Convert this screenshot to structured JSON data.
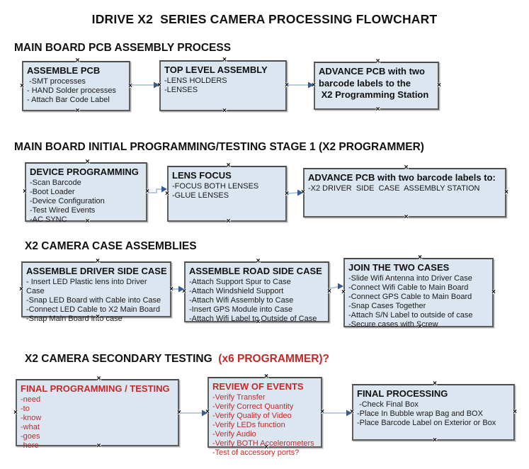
{
  "title": "IDRIVE X2  SERIES CAMERA PROCESSING FLOWCHART",
  "colors": {
    "box_fill": "#dce6f1",
    "box_border": "#5d5d5d",
    "text": "#1a1a1a",
    "red": "#c22a2a",
    "arrow_line": "#a3b8d8",
    "arrow_head": "#3b5b8e"
  },
  "icons": {
    "connection_handle": "×"
  },
  "sections": [
    {
      "heading": "MAIN BOARD PCB ASSEMBLY PROCESS",
      "heading_red": "",
      "boxes": [
        {
          "title": "ASSEMBLE PCB",
          "accent": "",
          "items": [
            " -SMT processes",
            "- HAND Solder processes",
            "- Attach Bar Code Label"
          ]
        },
        {
          "title": "TOP LEVEL ASSEMBLY",
          "accent": "",
          "items": [
            "-LENS HOLDERS",
            "-LENSES"
          ]
        },
        {
          "title": "ADVANCE PCB with two\nbarcode labels to the\n X2 Programming Station",
          "accent": "",
          "items": []
        }
      ]
    },
    {
      "heading": "MAIN BOARD INITIAL PROGRAMMING/TESTING STAGE 1 (X2 PROGRAMMER)",
      "heading_red": "",
      "boxes": [
        {
          "title": "DEVICE PROGRAMMING",
          "accent": "",
          "items": [
            "-Scan Barcode",
            "-Boot Loader",
            "-Device Configuration",
            "-Test Wired Events",
            "-AC SYNC"
          ]
        },
        {
          "title": "LENS FOCUS",
          "accent": "",
          "items": [
            "-FOCUS BOTH LENSES",
            "-GLUE LENSES"
          ]
        },
        {
          "title": "ADVANCE PCB with two barcode labels to:",
          "accent": "",
          "items": [
            "-X2 DRIVER  SIDE  CASE  ASSEMBLY STATION"
          ]
        }
      ]
    },
    {
      "heading": "X2 CAMERA CASE ASSEMBLIES",
      "heading_red": "",
      "boxes": [
        {
          "title": "ASSEMBLE DRIVER SIDE CASE",
          "accent": "",
          "items": [
            "- Insert LED Plastic lens into Driver Case",
            "-Snap LED Board with Cable into Case",
            "-Connect LED Cable to X2 Main Board",
            "-Snap Main Board into case"
          ]
        },
        {
          "title": "ASSEMBLE ROAD SIDE CASE",
          "accent": "",
          "items": [
            "-Attach Support Spur to Case",
            "-Attach Windshield Support",
            "-Attach Wifi Assembly to Case",
            "-Insert GPS Module into Case",
            "-Attach Wifi Label to Outside of Case"
          ]
        },
        {
          "title": "JOIN THE TWO CASES",
          "accent": "",
          "items": [
            "-Slide Wifi Antenna into Driver Case",
            "-Connect Wifi Cable to Main Board",
            "-Connect GPS Cable to Main Board",
            "-Snap Cases Together",
            "-Attach S/N Label to outside of case",
            "-Secure cases with Screw"
          ]
        }
      ]
    },
    {
      "heading": "X2 CAMERA SECONDARY TESTING  ",
      "heading_red": "(x6 PROGRAMMER)?",
      "boxes": [
        {
          "title": "FINAL PROGRAMMING / TESTING",
          "accent": "red",
          "items": [
            "-need",
            "-to",
            "-know",
            "-what",
            "-goes",
            "-here"
          ]
        },
        {
          "title": "REVIEW OF EVENTS",
          "accent": "red",
          "items": [
            "-Verify Transfer",
            "-Verify Correct Quantity",
            "-Verify Quality of Video",
            "-Verify LEDs function",
            "-Verify Audio",
            "-Verify BOTH Accelerometers",
            "-Test of accessory ports?"
          ]
        },
        {
          "title": "FINAL PROCESSING",
          "accent": "",
          "items": [
            " -Check Final Box",
            "-Place In Bubble wrap Bag and BOX",
            "-Place Barcode Label on Exterior or Box"
          ]
        }
      ]
    }
  ]
}
